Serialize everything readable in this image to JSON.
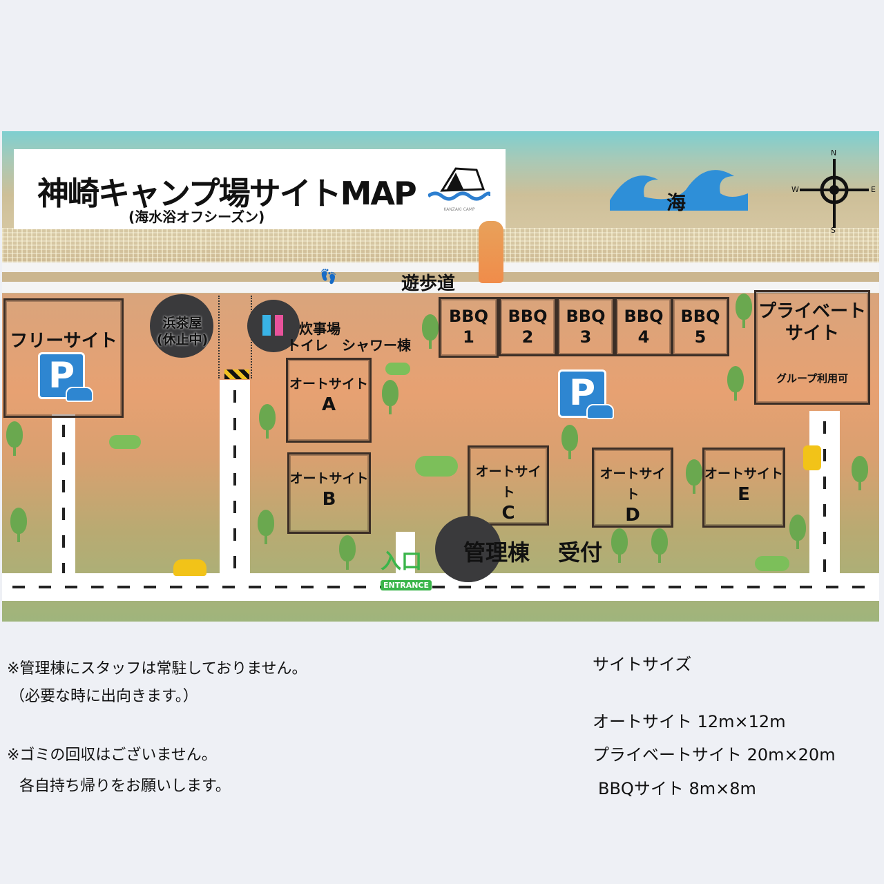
{
  "title": {
    "main": "神崎キャンプ場サイトMAP",
    "sub": "(海水浴オフシーズン)",
    "logo_text": "KANZAKI CAMP"
  },
  "sea": {
    "label": "海"
  },
  "compass": {
    "n": "N",
    "s": "S",
    "e": "E",
    "w": "W"
  },
  "promenade": "遊歩道",
  "free_site": "フリーサイト",
  "parking": "P",
  "beach_house": {
    "line1": "浜茶屋",
    "line2": "(休止中)"
  },
  "facilities": {
    "line1": "炊事場",
    "line2": "トイレ　シャワー棟"
  },
  "bbq": [
    {
      "label": "BBQ",
      "num": "1"
    },
    {
      "label": "BBQ",
      "num": "2"
    },
    {
      "label": "BBQ",
      "num": "3"
    },
    {
      "label": "BBQ",
      "num": "4"
    },
    {
      "label": "BBQ",
      "num": "5"
    }
  ],
  "private_site": {
    "line1": "プライベート",
    "line2": "サイト",
    "note": "グループ利用可"
  },
  "auto_sites": [
    {
      "label": "オートサイト",
      "letter": "A"
    },
    {
      "label": "オートサイト",
      "letter": "B"
    },
    {
      "label": "オートサイト",
      "letter": "C"
    },
    {
      "label": "オートサイト",
      "letter": "D"
    },
    {
      "label": "オートサイト",
      "letter": "E"
    }
  ],
  "entrance": {
    "label": "入口",
    "sign": "ENTRANCE"
  },
  "office": {
    "label": "管理棟",
    "reception": "受付"
  },
  "notes_left": [
    "※管理棟にスタッフは常駐しておりません。",
    "（必要な時に出向きます。）",
    "※ゴミの回収はございません。",
    "各自持ち帰りをお願いします。"
  ],
  "sizes": {
    "heading": "サイトサイズ",
    "items": [
      "オートサイト 12m×12m",
      "プライベートサイト 20m×20m",
      "BBQサイト 8m×8m"
    ]
  }
}
